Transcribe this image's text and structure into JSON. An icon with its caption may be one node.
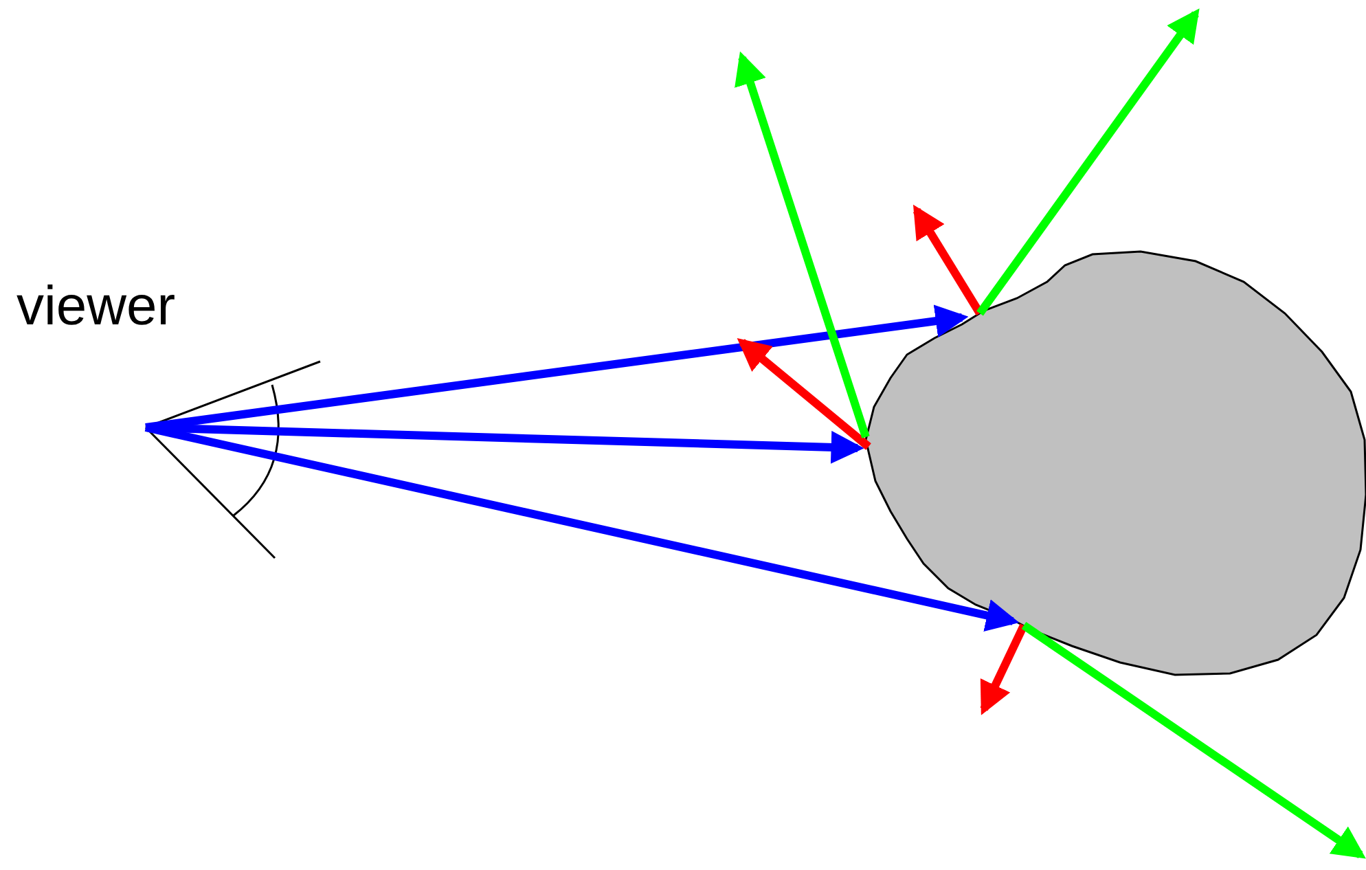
{
  "diagram": {
    "nodes": [
      {
        "text": [],
        "shape": "picture"
      },
      {
        "text": [],
        "shape": "blob"
      }
    ],
    "edges": [
      {
        "from": 0,
        "to": 1,
        "arrow": "to",
        "color": "#0000ff"
      },
      {
        "from": 0,
        "to": 1,
        "arrow": "to",
        "color": "#0000ff"
      },
      {
        "from": 0,
        "to": 1,
        "arrow": "to",
        "color": "#0000ff"
      },
      {
        "from": 1,
        "to": null,
        "arrow": "to",
        "color": "#ff0000"
      },
      {
        "from": 1,
        "to": null,
        "arrow": "to",
        "color": "#ff0000"
      },
      {
        "from": 1,
        "to": null,
        "arrow": "to",
        "color": "#ff0000"
      },
      {
        "from": 1,
        "to": null,
        "arrow": "to",
        "color": "#00ff00"
      },
      {
        "from": 1,
        "to": null,
        "arrow": "to",
        "color": "#00ff00"
      },
      {
        "from": 1,
        "to": null,
        "arrow": "to",
        "color": "#00ff00"
      }
    ],
    "labels": [
      "viewer"
    ]
  }
}
